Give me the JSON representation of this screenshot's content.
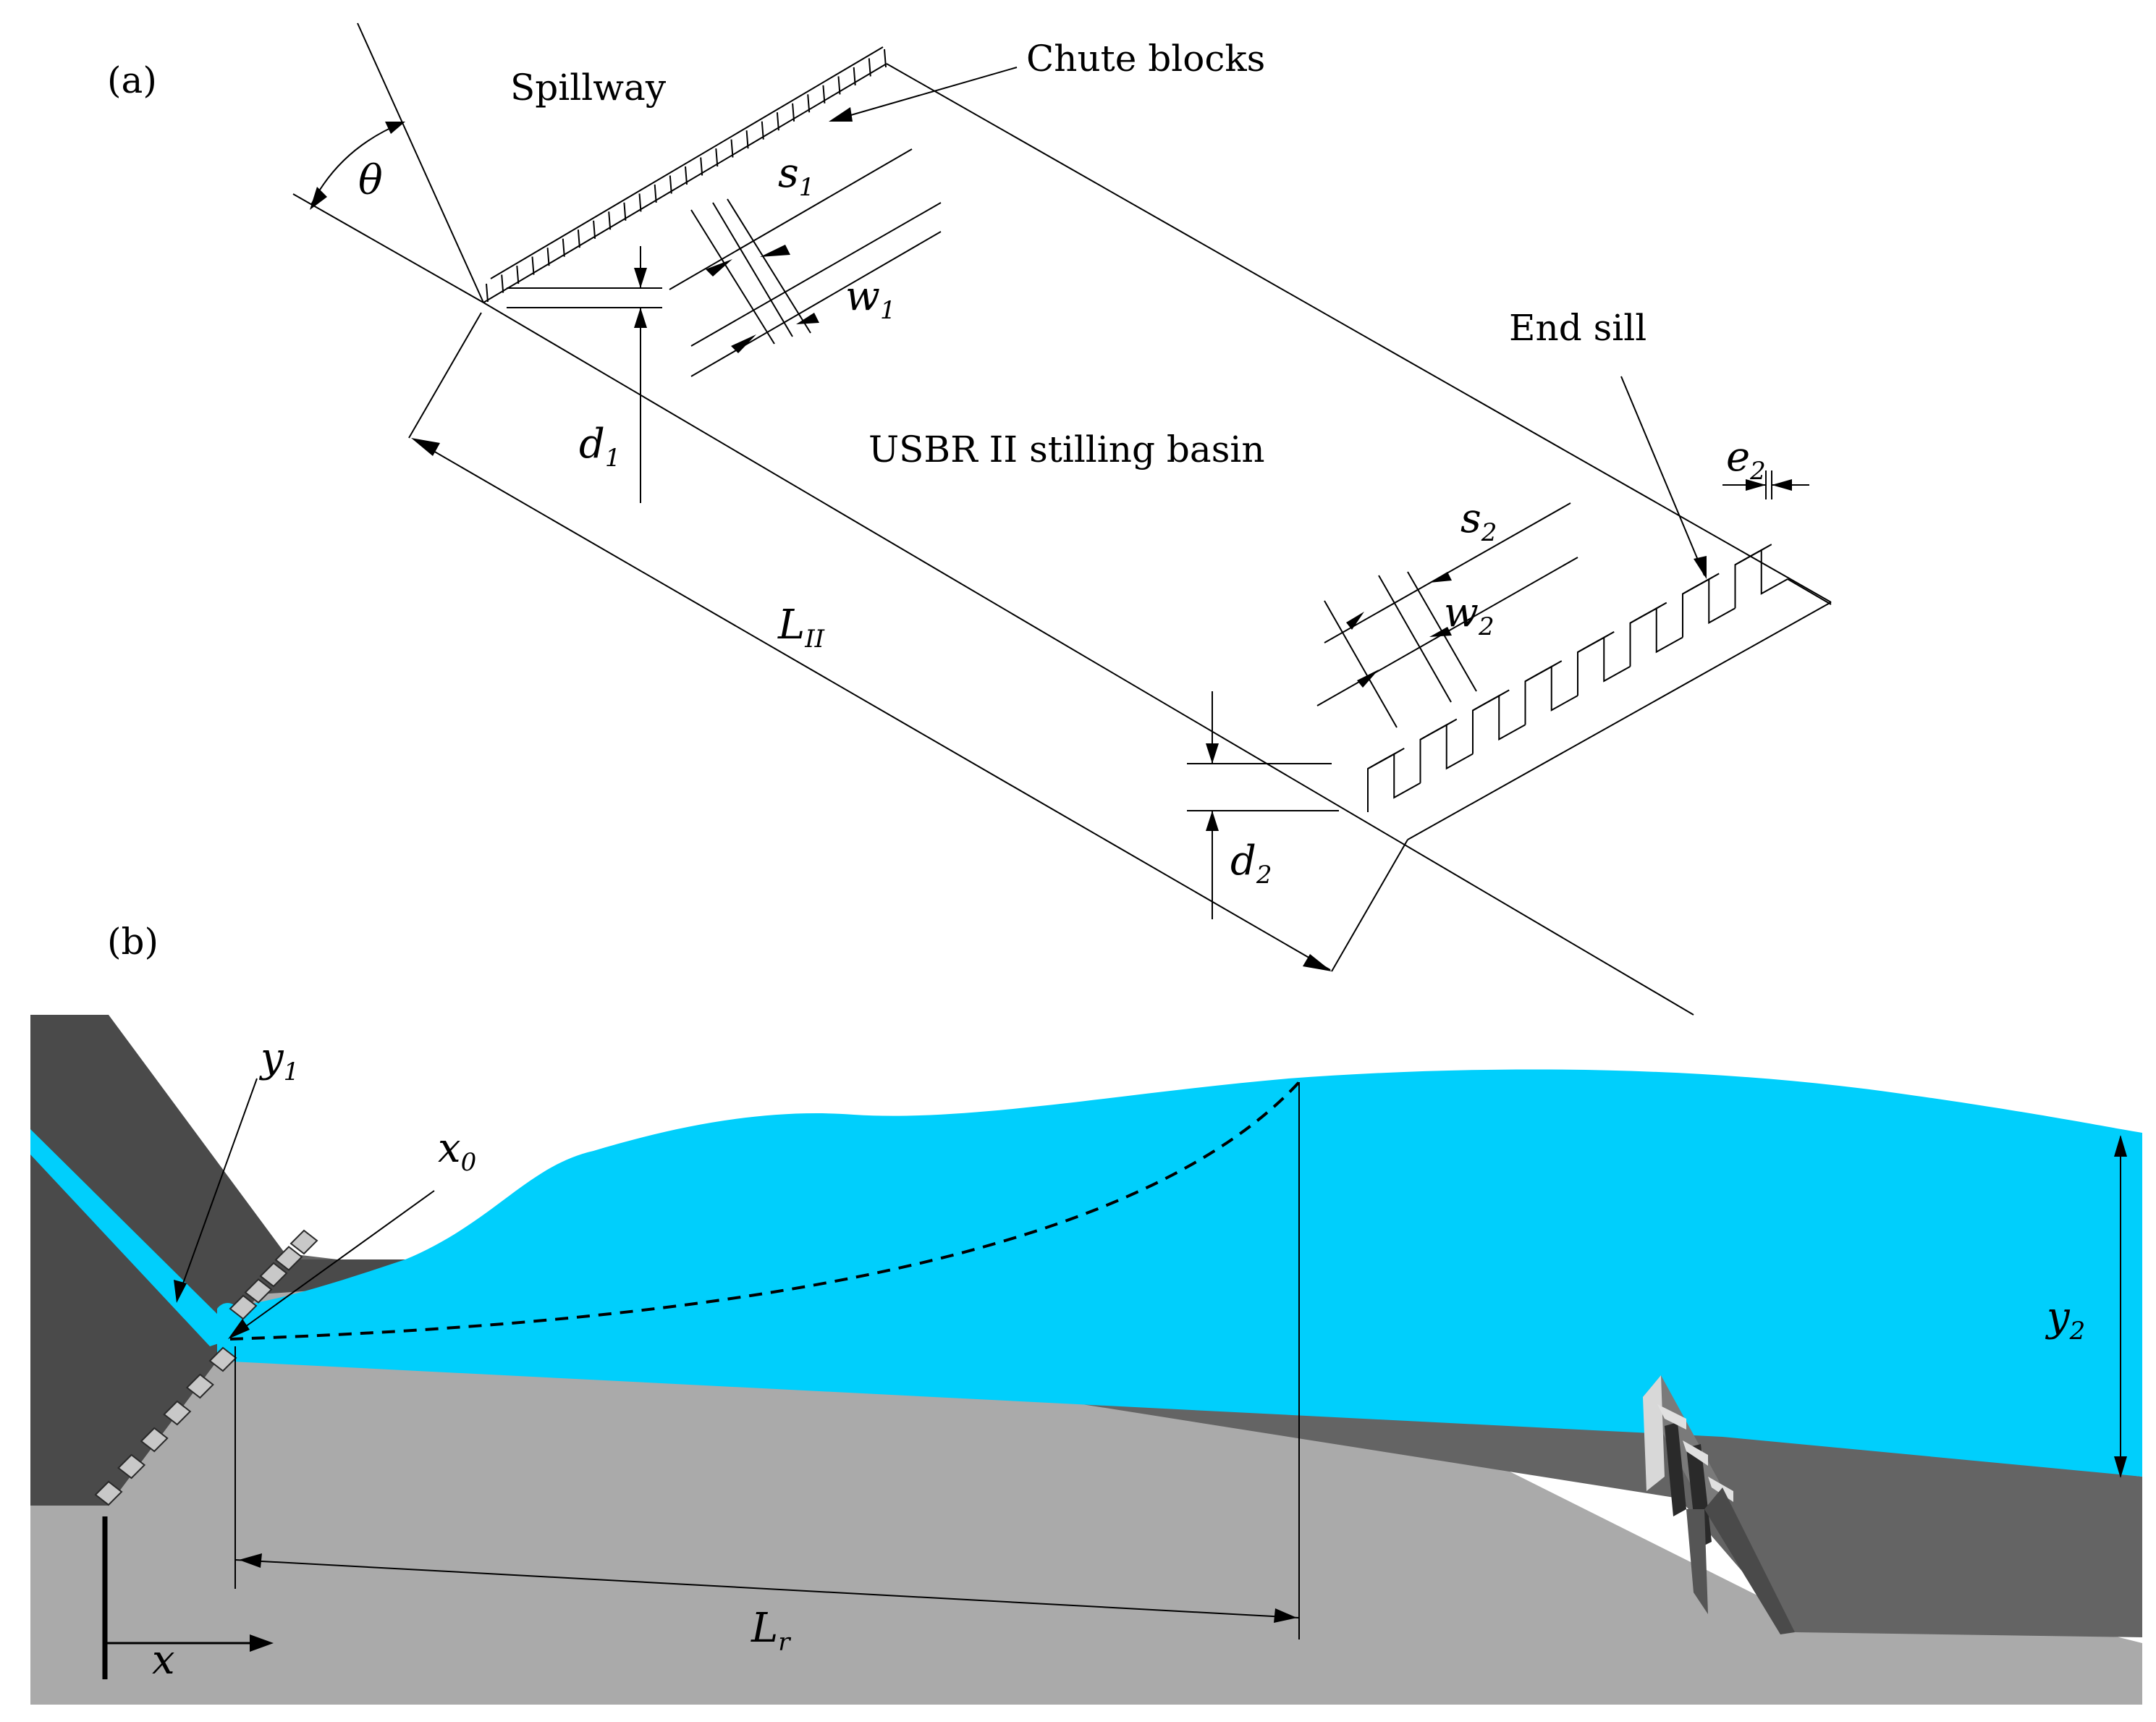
{
  "panel_a": {
    "panel_label": "(a)",
    "spillway": "Spillway",
    "chute_blocks": "Chute blocks",
    "end_sill": "End sill",
    "basin": "USBR II stilling  basin",
    "theta": "θ",
    "s1": {
      "base": "s",
      "sub": "1"
    },
    "w1": {
      "base": "w",
      "sub": "1"
    },
    "d1": {
      "base": "d",
      "sub": "1"
    },
    "LII": {
      "base": "L",
      "sub": "II"
    },
    "s2": {
      "base": "s",
      "sub": "2"
    },
    "w2": {
      "base": "w",
      "sub": "2"
    },
    "d2": {
      "base": "d",
      "sub": "2"
    },
    "e2": {
      "base": "e",
      "sub": "2"
    }
  },
  "panel_b": {
    "panel_label": "(b)",
    "y1": {
      "base": "y",
      "sub": "1"
    },
    "x0": {
      "base": "x",
      "sub": "0"
    },
    "y2": {
      "base": "y",
      "sub": "2"
    },
    "Lr": {
      "base": "L",
      "sub": "r"
    },
    "x": "x"
  },
  "colors": {
    "water": "#00cffc",
    "concrete_dark": "#4a4a4a",
    "concrete_mid": "#646464",
    "ground": "#aaaaaa"
  }
}
